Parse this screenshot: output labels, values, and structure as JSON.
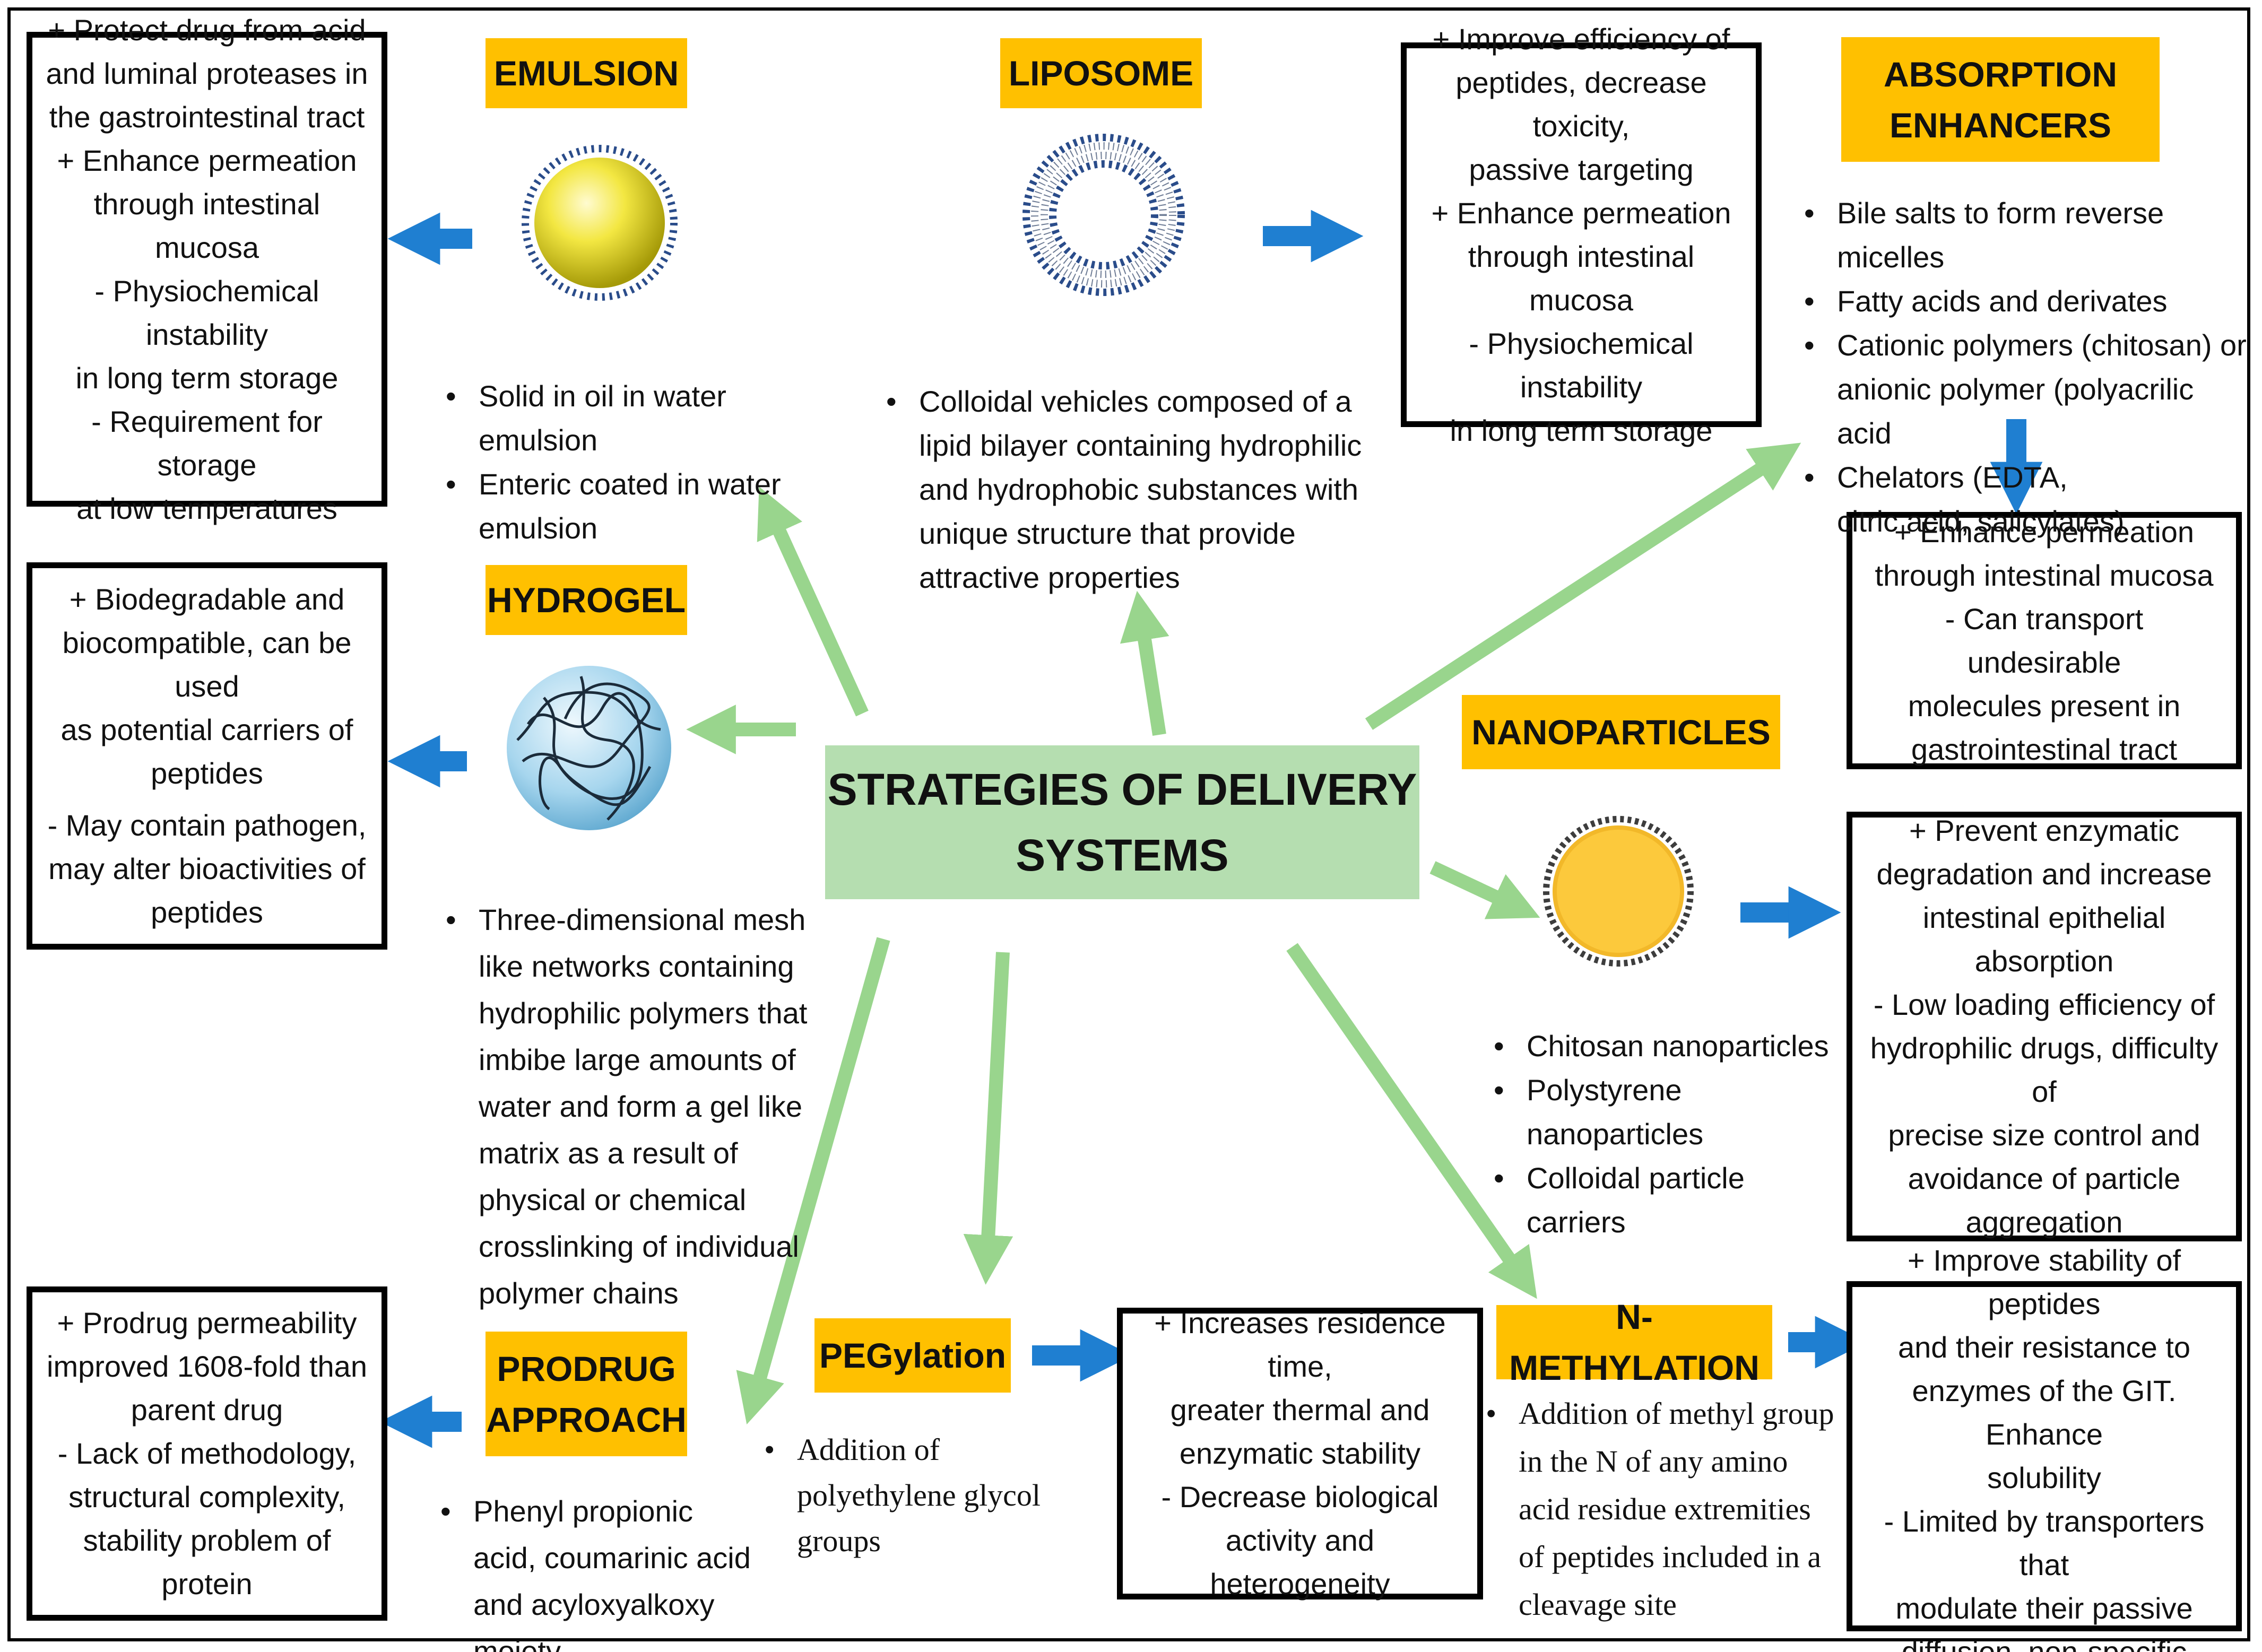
{
  "center": {
    "line1": "STRATEGIES OF DELIVERY",
    "line2": "SYSTEMS"
  },
  "labels": {
    "emulsion": "EMULSION",
    "liposome": "LIPOSOME",
    "absorption_line1": "ABSORPTION",
    "absorption_line2": "ENHANCERS",
    "hydrogel": "HYDROGEL",
    "nanoparticles": "NANOPARTICLES",
    "prodrug_line1": "PRODRUG",
    "prodrug_line2": "APPROACH",
    "pegylation": "PEGylation",
    "nmethylation": "N-METHYLATION"
  },
  "boxes": {
    "emulsion": [
      "+ Protect drug from acid",
      "and luminal proteases in",
      "the gastrointestinal tract",
      "",
      "+ Enhance permeation",
      "through intestinal mucosa",
      "- Physiochemical instability",
      "in long term storage",
      "- Requirement for storage",
      "at low temperatures"
    ],
    "liposome": [
      "+ Improve efficiency of",
      "peptides, decrease toxicity,",
      "passive targeting",
      "",
      "+ Enhance permeation",
      "through intestinal mucosa",
      "- Physiochemical instability",
      "in long term storage"
    ],
    "absorption": [
      "+ Enhance permeation",
      "through intestinal mucosa",
      "- Can transport undesirable",
      "molecules present in",
      "gastrointestinal tract"
    ],
    "hydrogel": [
      "+ Biodegradable and",
      "biocompatible, can be used",
      "as potential carriers of",
      "peptides",
      "",
      "- May contain pathogen,",
      "may alter bioactivities of",
      "peptides"
    ],
    "nanoparticles": [
      "+ Prevent enzymatic",
      "degradation and increase",
      "intestinal epithelial absorption",
      "",
      "- Low loading efficiency of",
      "hydrophilic drugs, difficulty of",
      "precise size control and",
      "avoidance of particle",
      "aggregation"
    ],
    "prodrug": [
      "+ Prodrug permeability",
      "improved 1608-fold than",
      "parent drug",
      "",
      "- Lack of methodology,",
      "structural complexity,",
      "stability problem of protein"
    ],
    "pegylation": [
      "+ Increases residence time,",
      "greater thermal and",
      "enzymatic stability",
      "",
      "- Decrease biological",
      "activity and heterogeneity"
    ],
    "nmethylation": [
      "+ Improve stability of peptides",
      "and their resistance to",
      "enzymes of the GIT. Enhance",
      "solubility",
      "- Limited by transporters that",
      "modulate their passive",
      "diffusion, non-specific"
    ]
  },
  "bullets": {
    "emulsion": [
      "Solid in oil in water emulsion",
      "Enteric coated in water emulsion"
    ],
    "liposome": [
      "Colloidal vehicles composed of a lipid bilayer containing hydrophilic and hydrophobic substances with unique structure that provide attractive properties"
    ],
    "absorption": [
      "Bile salts to form reverse micelles",
      "Fatty acids and derivates",
      "Cationic polymers (chitosan) or anionic polymer (polyacrilic acid",
      "Chelators (EDTA, citric acid, salicylates)"
    ],
    "hydrogel": [
      "Three-dimensional mesh like networks containing hydrophilic polymers that imbibe large amounts of water and form a gel like matrix as a result of physical or chemical crosslinking of individual polymer chains"
    ],
    "nanoparticles": [
      "Chitosan nanoparticles",
      "Polystyrene nanoparticles",
      "Colloidal particle carriers"
    ],
    "prodrug": [
      "Phenyl propionic acid, coumarinic acid and acyloxyalkoxy moiety"
    ],
    "pegylation": [
      "Addition of polyethylene glycol groups"
    ],
    "nmethylation": [
      "Addition of methyl group in the N of any amino acid residue extremities of peptides included in a cleavage site"
    ]
  },
  "colors": {
    "label_bg": "#ffc000",
    "center_bg": "#b5deb0",
    "green_arrow": "#99d58d",
    "blue_arrow": "#1f7fd1"
  },
  "icons": {
    "emulsion": "emulsion-droplet-icon",
    "liposome": "liposome-bilayer-icon",
    "hydrogel": "hydrogel-mesh-icon",
    "nanoparticles": "nanoparticle-icon"
  }
}
